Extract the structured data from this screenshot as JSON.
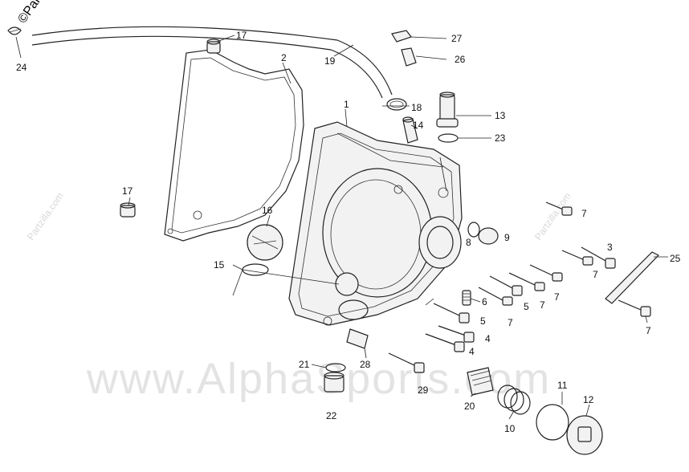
{
  "watermarks": {
    "corner": "©Partzilla",
    "mid_left": "Partzilla.com",
    "mid_right": "Partzilla.com",
    "big": "www.AlphaSports.com"
  },
  "callouts": {
    "c1": "1",
    "c2": "2",
    "c3": "3",
    "c4a": "4",
    "c4b": "4",
    "c5a": "5",
    "c5b": "5",
    "c6": "6",
    "c7a": "7",
    "c7b": "7",
    "c7c": "7",
    "c7d": "7",
    "c7e": "7",
    "c7f": "7",
    "c8": "8",
    "c9": "9",
    "c10": "10",
    "c11": "11",
    "c12": "12",
    "c13": "13",
    "c14": "14",
    "c15": "15",
    "c16": "16",
    "c17a": "17",
    "c17b": "17",
    "c18": "18",
    "c19": "19",
    "c20": "20",
    "c21": "21",
    "c22": "22",
    "c23": "23",
    "c24": "24",
    "c25": "25",
    "c26": "26",
    "c27": "27",
    "c28": "28",
    "c29": "29"
  }
}
